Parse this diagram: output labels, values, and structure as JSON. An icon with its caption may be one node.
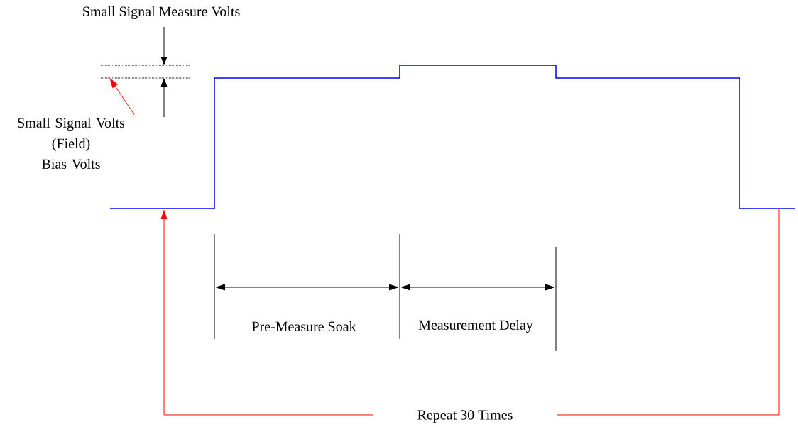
{
  "diagram": {
    "nodes": [
      {
        "text": [
          "Small Signal Volts (Field)",
          "Bias Volts"
        ]
      },
      {
        "text": [],
        "shape": "line"
      }
    ],
    "edges": [
      {
        "from": 0,
        "to": 1,
        "arrow": "to",
        "color": "#ff0000"
      }
    ],
    "labels": [
      "Small Signal Measure Volts",
      "Pre-Measure Soak",
      "Measurement Delay",
      "Repeat 30 Times"
    ]
  }
}
